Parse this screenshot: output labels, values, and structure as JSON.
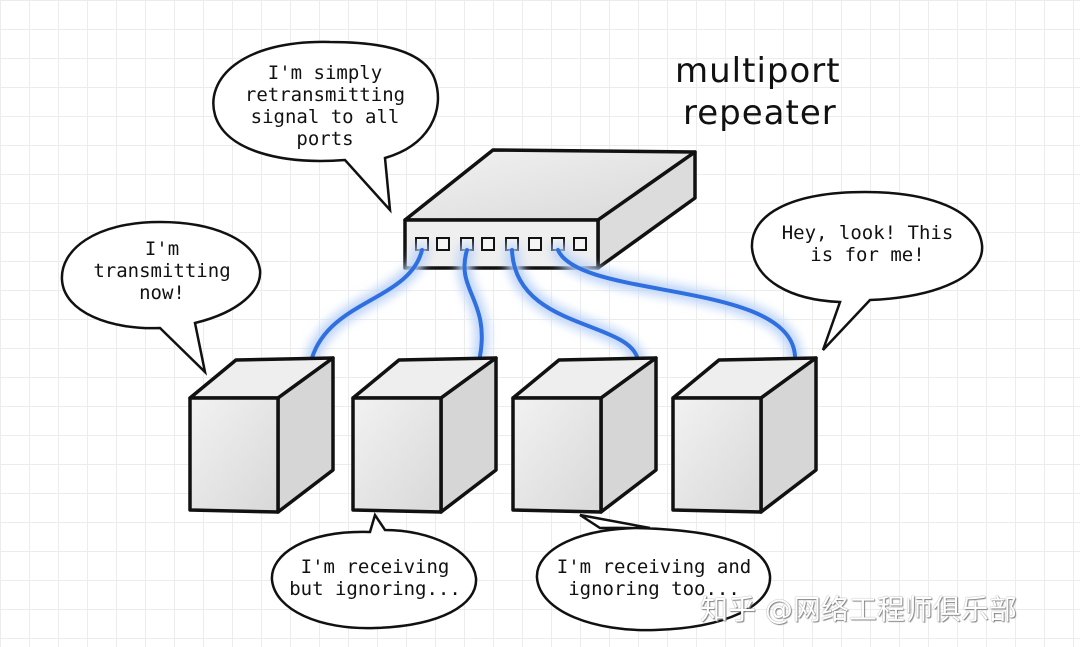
{
  "title": [
    "multiport",
    "repeater"
  ],
  "bubbles": {
    "repeater": "I'm simply\nretransmitting\nsignal to all\nports",
    "transmitter": "I'm\ntransmitting\nnow!",
    "receiver_target": "Hey, look! This\nis for me!",
    "receiver_ignoring_1": "I'm receiving\nbut ignoring...",
    "receiver_ignoring_2": "I'm receiving and\nignoring too..."
  },
  "watermark": "知乎 @网络工程师俱乐部",
  "colors": {
    "cable": "#2f6fe0",
    "glow": "#bcd3f7",
    "box": "#e6e6e6"
  }
}
